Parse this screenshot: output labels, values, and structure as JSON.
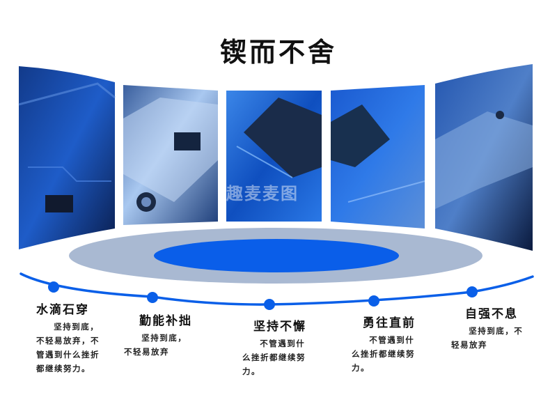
{
  "title": "锲而不舍",
  "panels": [
    {
      "name": "circuit-panel-1",
      "palette": [
        "#0a2a6e",
        "#1d5fd4",
        "#6aa8ff"
      ]
    },
    {
      "name": "circuit-panel-2",
      "palette": [
        "#2a4d8c",
        "#7fb0ea",
        "#d6e6fb"
      ]
    },
    {
      "name": "circuit-panel-3",
      "palette": [
        "#0b3ea8",
        "#2c7ae8",
        "#8cc2ff"
      ]
    },
    {
      "name": "circuit-panel-4",
      "palette": [
        "#0b3a9c",
        "#2b74e0",
        "#7db6ff"
      ]
    },
    {
      "name": "circuit-panel-5",
      "palette": [
        "#0c2456",
        "#3767b8",
        "#9ec0ee"
      ]
    }
  ],
  "colors": {
    "accent": "#0a5fe8",
    "platform_outer": "#a9b9d2",
    "platform_inner": "#0a5ee9"
  },
  "watermark": "趣麦麦图",
  "steps": [
    {
      "title": "水滴石穿",
      "desc": "坚持到底，不轻易放弃，不管遇到什么挫折都继续努力。"
    },
    {
      "title": "勤能补拙",
      "desc": "坚持到底，不轻易放弃"
    },
    {
      "title": "坚持不懈",
      "desc": "不管遇到什么挫折都继续努力。"
    },
    {
      "title": "勇往直前",
      "desc": "不管遇到什么挫折都继续努力。"
    },
    {
      "title": "自强不息",
      "desc": "坚持到底，不轻易放弃"
    }
  ]
}
